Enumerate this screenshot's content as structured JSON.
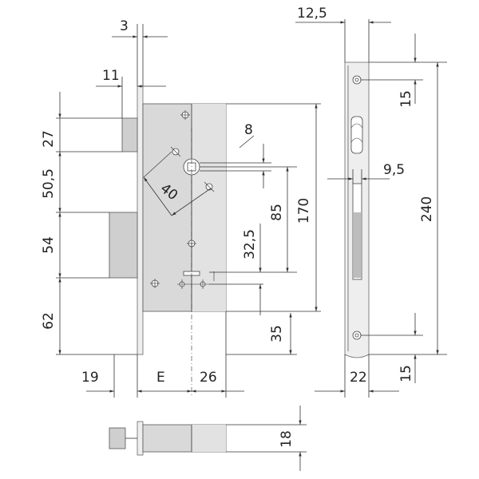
{
  "diagram": {
    "dimensions": {
      "d_3": "3",
      "d_11": "11",
      "d_12_5": "12,5",
      "d_27": "27",
      "d_50_5": "50,5",
      "d_54": "54",
      "d_62": "62",
      "d_8": "8",
      "d_40": "40",
      "d_85": "85",
      "d_170": "170",
      "d_32_5": "32,5",
      "d_35": "35",
      "d_15_top": "15",
      "d_9_5": "9,5",
      "d_240": "240",
      "d_15_bottom": "15",
      "d_19": "19",
      "d_E": "E",
      "d_26": "26",
      "d_22": "22",
      "d_18": "18"
    },
    "colors": {
      "line": "#333333",
      "body_fill": "#d9d9d9",
      "panel_fill": "#cfcfcf",
      "faceplate_fill": "#eeeeee"
    }
  }
}
